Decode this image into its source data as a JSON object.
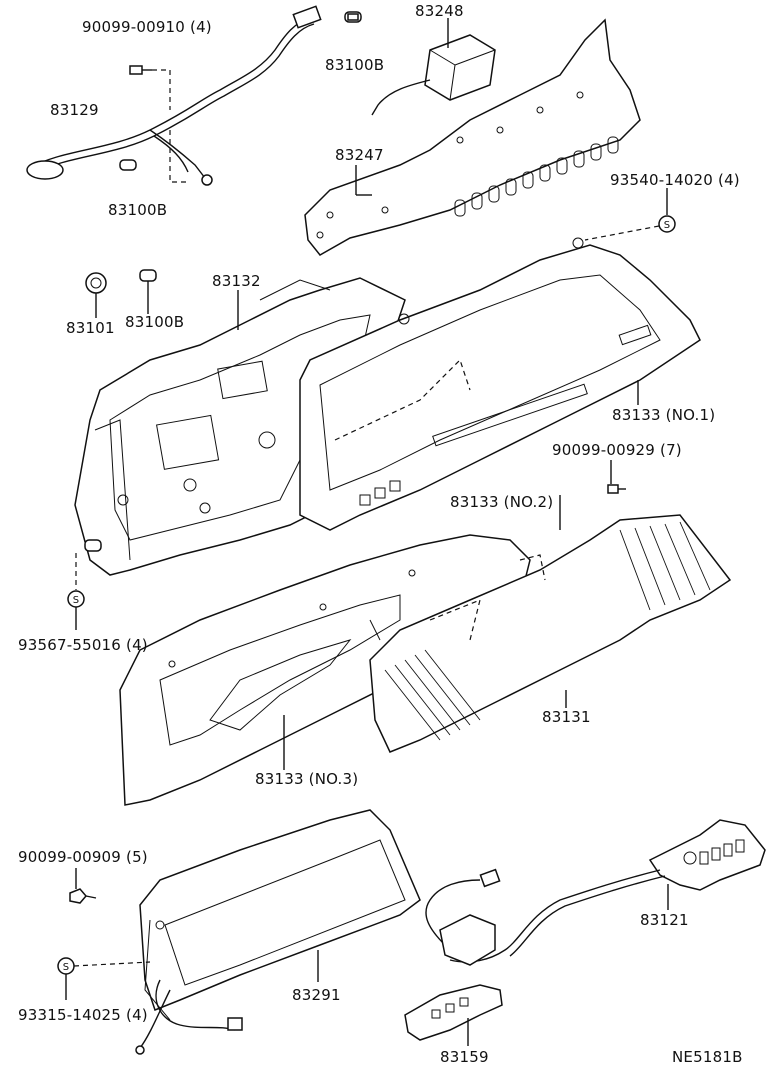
{
  "labels": {
    "p_90099_00910": "90099-00910 (4)",
    "p_83248": "83248",
    "p_83100b_top": "83100B",
    "p_83129": "83129",
    "p_83247": "83247",
    "p_93540_14020": "93540-14020 (4)",
    "p_83100b_mid": "83100B",
    "p_83132": "83132",
    "p_83101": "83101",
    "p_83100b_low": "83100B",
    "p_83133_no1": "83133 (NO.1)",
    "p_90099_00929": "90099-00929 (7)",
    "p_83133_no2": "83133 (NO.2)",
    "p_93567_55016": "93567-55016 (4)",
    "p_83131": "83131",
    "p_83133_no3": "83133 (NO.3)",
    "p_90099_00909": "90099-00909 (5)",
    "p_83121": "83121",
    "p_83291": "83291",
    "p_93315_14025": "93315-14025 (4)",
    "p_83159": "83159",
    "diagram_code": "NE5181B"
  },
  "symbols": {
    "washer_symbol": "S"
  }
}
